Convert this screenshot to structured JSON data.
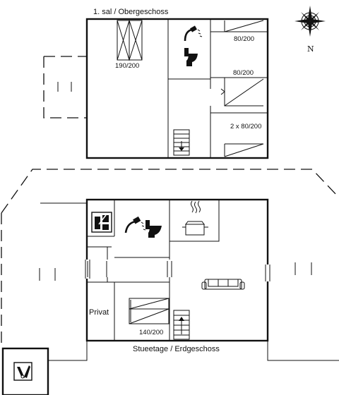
{
  "upper_floor": {
    "title": "1. sal / Obergeschoss",
    "beds": {
      "skylight_bed": "190/200",
      "bed_top_right": "80/200",
      "bed_middle_right": "80/200",
      "bed_bottom_right": "2 x 80/200"
    }
  },
  "ground_floor": {
    "title": "Stueetage / Erdgeschoss",
    "private_room": "Privat",
    "bed": "140/200"
  },
  "compass": {
    "north_label": "N"
  },
  "icons": [
    "shower-icon",
    "toilet-icon",
    "stairs-down-icon",
    "stairs-up-icon",
    "washing-machine-icon",
    "kitchen-pot-icon",
    "sofa-icon",
    "outdoor-shower-icon",
    "compass-icon"
  ],
  "colors": {
    "ink": "#111111",
    "background": "#ffffff"
  }
}
